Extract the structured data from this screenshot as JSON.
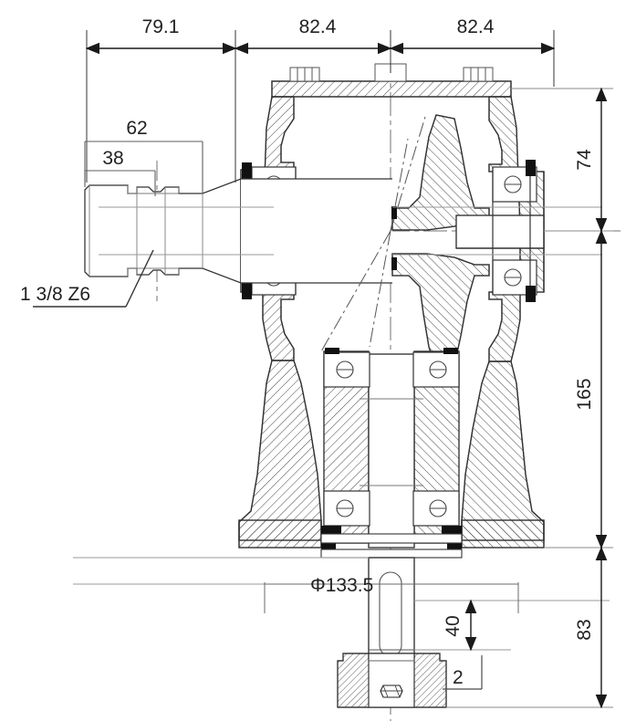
{
  "drawing": {
    "title": "Bevel Gearbox Cross-Section Assembly Drawing",
    "type": "engineering-sectional-drawing",
    "background_color": "#ffffff",
    "line_color": "#1a1a1a",
    "thin_line_color": "#8a8a8a"
  },
  "dimensions": {
    "top": [
      {
        "id": "d-79-1",
        "value": "79.1",
        "orientation": "horizontal"
      },
      {
        "id": "d-82-4-a",
        "value": "82.4",
        "orientation": "horizontal"
      },
      {
        "id": "d-82-4-b",
        "value": "82.4",
        "orientation": "horizontal"
      }
    ],
    "left": [
      {
        "id": "d-62",
        "value": "62",
        "orientation": "horizontal"
      },
      {
        "id": "d-38",
        "value": "38",
        "orientation": "horizontal"
      }
    ],
    "right": [
      {
        "id": "d-74",
        "value": "74",
        "orientation": "vertical"
      },
      {
        "id": "d-165",
        "value": "165",
        "orientation": "vertical"
      },
      {
        "id": "d-83",
        "value": "83",
        "orientation": "vertical"
      }
    ],
    "bottom": [
      {
        "id": "d-133-5",
        "value": "Φ133.5",
        "orientation": "horizontal"
      },
      {
        "id": "d-40",
        "value": "40",
        "orientation": "vertical"
      },
      {
        "id": "d-2",
        "value": "2",
        "orientation": "horizontal"
      }
    ]
  },
  "annotations": {
    "spline_note": "1  3/8  Z6"
  }
}
